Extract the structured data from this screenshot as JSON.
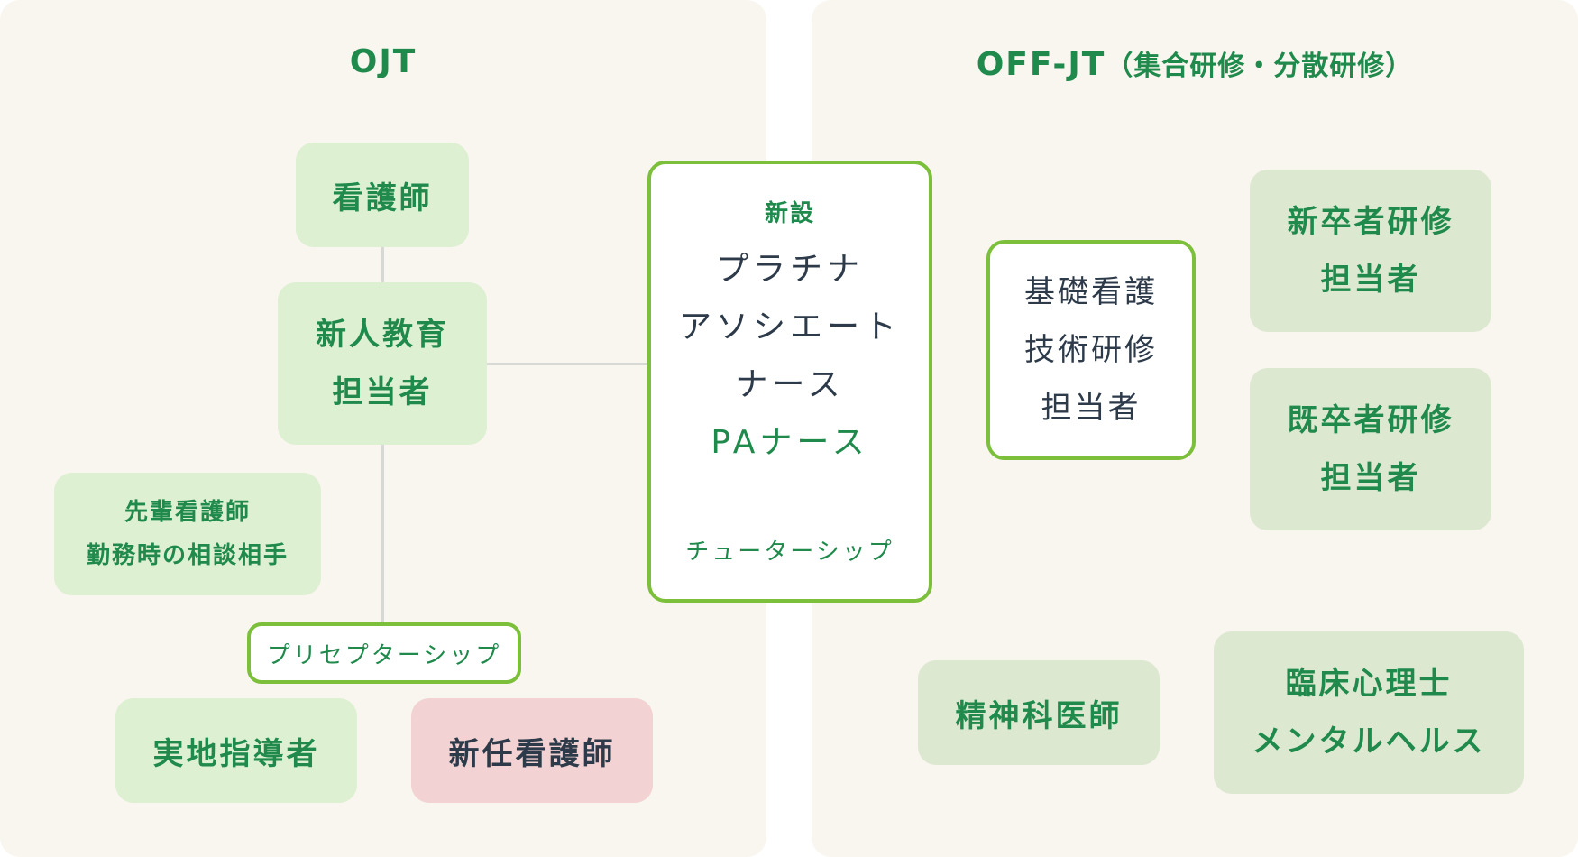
{
  "ojt": {
    "title": "OJT",
    "nurse": "看護師",
    "trainer": [
      "新人教育",
      "担当者"
    ],
    "senior": [
      "先輩看護師",
      "勤務時の相談相手"
    ],
    "preceptorship": "プリセプターシップ",
    "onsite_instructor": "実地指導者",
    "new_nurse": "新任看護師"
  },
  "center": {
    "badge": "新設",
    "lines": [
      "プラチナ",
      "アソシエート",
      "ナース"
    ],
    "pa": "PAナース",
    "tutorship": "チューターシップ"
  },
  "offjt": {
    "title": "OFF-JT",
    "title_sub": "（集合研修・分散研修）",
    "basic": [
      "基礎看護",
      "技術研修",
      "担当者"
    ],
    "new_grad": [
      "新卒者研修",
      "担当者"
    ],
    "experienced": [
      "既卒者研修",
      "担当者"
    ],
    "psychiatrist": "精神科医師",
    "psychologist": [
      "臨床心理士",
      "メンタルヘルス"
    ]
  },
  "colors": {
    "accent_green": "#1f8a4c",
    "outline_green": "#7cbf3a",
    "pale_green": "#ddf0d2",
    "sage_green": "#dce9d0",
    "pink": "#f2d2d2",
    "panel_bg": "#f9f6ef",
    "dark_text": "#2d3a4a"
  }
}
